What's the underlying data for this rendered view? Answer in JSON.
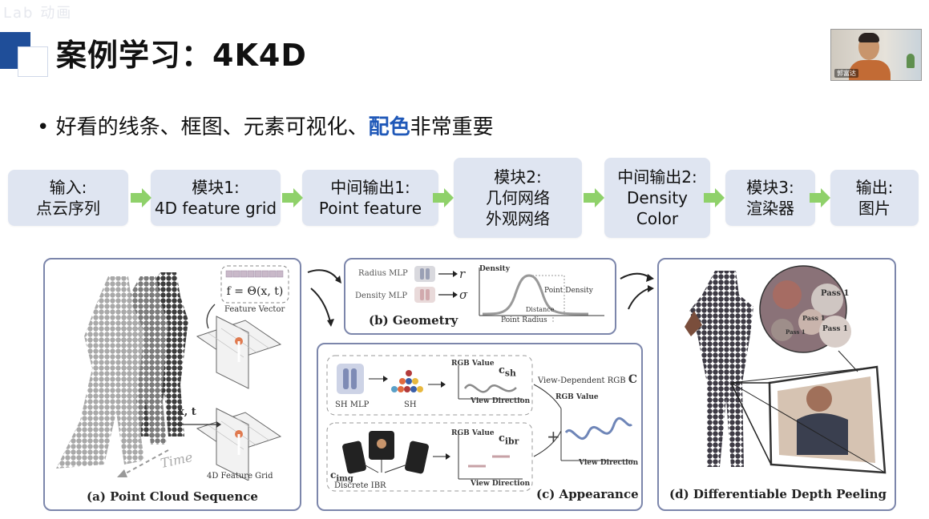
{
  "watermark": "Lab 动画",
  "title": "案例学习：4K4D",
  "bullet": {
    "prefix": "• 好看的线条、框图、元素可视化、",
    "highlight": "配色",
    "suffix": "非常重要"
  },
  "webcam": {
    "name": "郭富达"
  },
  "flow": [
    {
      "line1": "输入:",
      "line2": "点云序列",
      "line3": ""
    },
    {
      "line1": "模块1:",
      "line2": "4D feature grid",
      "line3": ""
    },
    {
      "line1": "中间输出1:",
      "line2": "Point feature",
      "line3": ""
    },
    {
      "line1": "模块2:",
      "line2": "几何网络",
      "line3": "外观网络"
    },
    {
      "line1": "中间输出2:",
      "line2": "Density",
      "line3": "Color"
    },
    {
      "line1": "模块3:",
      "line2": "渲染器",
      "line3": ""
    },
    {
      "line1": "输出:",
      "line2": "图片",
      "line3": ""
    }
  ],
  "colors": {
    "accent": "#1f58b8",
    "flow_box": "#dfe5f1",
    "arrow": "#8fd16a",
    "panel_border": "#7c86ab"
  },
  "figure": {
    "a": {
      "caption": "(a) Point Cloud Sequence",
      "feature_vector": "Feature Vector",
      "formula": "f = Θ(x, t)",
      "xt": "x, t",
      "time": "Time",
      "grid": "4D Feature Grid"
    },
    "b": {
      "caption": "(b) Geometry",
      "radius_mlp": "Radius MLP",
      "density_mlp": "Density MLP",
      "r": "r",
      "sigma": "σ",
      "density": "Density",
      "point_density": "Point Density",
      "distance": "Distance",
      "point_radius": "Point Radius"
    },
    "c": {
      "caption": "(c) Appearance",
      "sh_mlp": "SH MLP",
      "sh": "SH",
      "rgb1": "RGB Value",
      "c_sh": "c",
      "c_sh_sub": "sh",
      "view_dir1": "View Direction",
      "rgb2": "RGB Value",
      "c_ibr": "c",
      "c_ibr_sub": "ibr",
      "view_dir2": "View Direction",
      "discrete_ibr": "Discrete IBR",
      "c_img": "c",
      "c_img_sub": "img",
      "view_dep": "View-Dependent RGB",
      "c_big": "C",
      "rgb3": "RGB Value",
      "view_dir3": "View Direction"
    },
    "d": {
      "caption": "(d) Differentiable Depth Peeling",
      "pass1a": "Pass 1",
      "pass1b": "Pass 1",
      "pass1c": "Pass 1",
      "pass1d": "Pass 1"
    }
  }
}
